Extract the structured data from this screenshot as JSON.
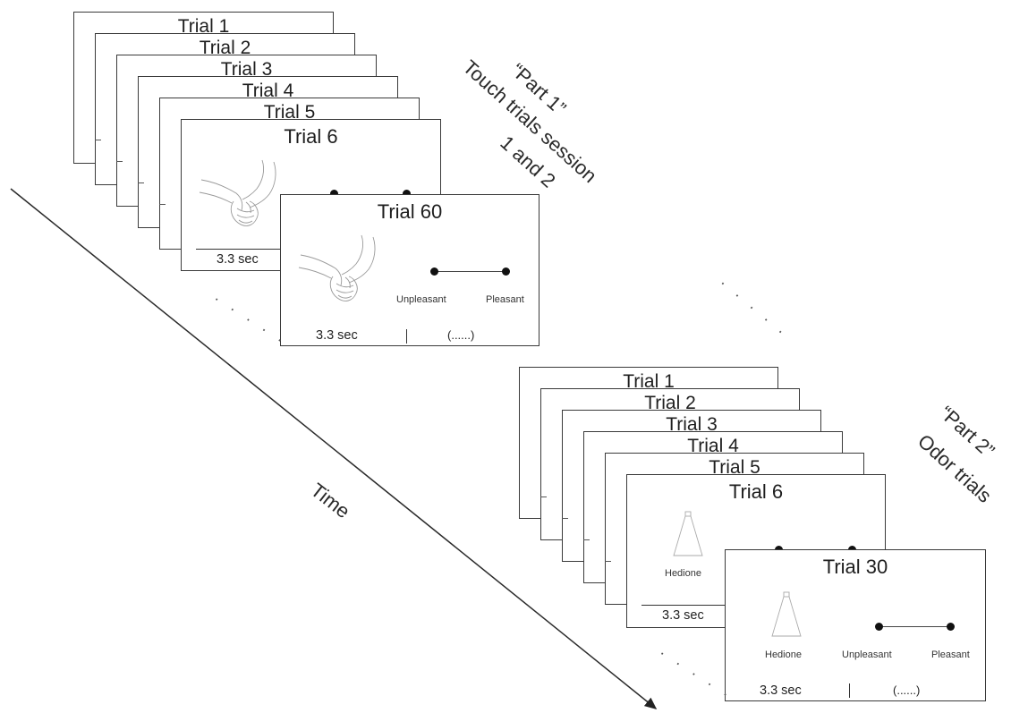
{
  "part1": {
    "label_lines": [
      "“Part 1”",
      "Touch trials session",
      "1 and 2"
    ],
    "stack_titles": [
      "Trial 1",
      "Trial 2",
      "Trial 3",
      "Trial 4",
      "Trial 5",
      "Trial 6"
    ],
    "final_trial": {
      "title": "Trial 60",
      "duration": "3.3 sec",
      "response": "(......)",
      "scale_left": "Unpleasant",
      "scale_right": "Pleasant"
    },
    "card6_duration": "3.3 sec",
    "ellipsis": "· · · · ·"
  },
  "part2": {
    "label_lines": [
      "“Part 2”",
      "Odor trials"
    ],
    "stack_titles": [
      "Trial 1",
      "Trial 2",
      "Trial 3",
      "Trial 4",
      "Trial 5",
      "Trial 6"
    ],
    "card6_stimulus": "Hedione",
    "card6_duration": "3.3 sec",
    "final_trial": {
      "title": "Trial 30",
      "stimulus": "Hedione",
      "duration": "3.3 sec",
      "response": "(......)",
      "scale_left": "Unpleasant",
      "scale_right": "Pleasant"
    },
    "ellipsis": "· · · · ·"
  },
  "middle_ellipsis": "· · · · ·",
  "time_label": "Time"
}
